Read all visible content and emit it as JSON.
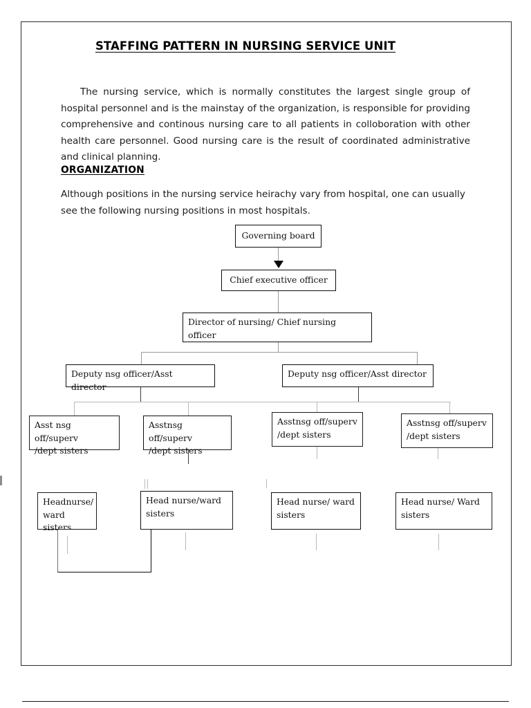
{
  "document": {
    "title": "STAFFING PATTERN IN NURSING SERVICE UNIT",
    "intro_paragraph": "The nursing service, which is normally constitutes the largest single group of hospital personnel and is the mainstay of the organization, is responsible for providing comprehensive and continous nursing care to all patients in colloboration with other health care personnel. Good nursing care is the result of coordinated administrative and clinical planning.",
    "section_heading": "ORGANIZATION",
    "section_paragraph": "Although positions in the nursing service heirachy vary from hospital, one can usually see the following nursing positions in most hospitals."
  },
  "org_chart": {
    "levels": [
      {
        "name": "governing-board-level",
        "nodes": [
          {
            "label": "Governing board"
          }
        ]
      },
      {
        "name": "chief-executive-level",
        "nodes": [
          {
            "label": "Chief executive officer"
          }
        ]
      },
      {
        "name": "director-of-nursing-level",
        "nodes": [
          {
            "label": "Director of nursing/ Chief nursing officer"
          }
        ]
      },
      {
        "name": "deputy-level",
        "nodes": [
          {
            "label": "Deputy nsg officer/Asst director"
          },
          {
            "label": "Deputy nsg officer/Asst director"
          }
        ]
      },
      {
        "name": "supervisor-level",
        "nodes": [
          {
            "label": "Asst nsg off/superv\n/dept sisters"
          },
          {
            "label": "Asstnsg off/superv\n/dept sisters"
          },
          {
            "label": "Asstnsg off/superv\n/dept sisters"
          },
          {
            "label": "Asstnsg off/superv\n/dept sisters"
          }
        ]
      },
      {
        "name": "head-nurse-level",
        "nodes": [
          {
            "label": "Headnurse/\nward sisters"
          },
          {
            "label": "Head nurse/ward\nsisters"
          },
          {
            "label": "Head nurse/ ward\nsisters"
          },
          {
            "label": "Head nurse/ Ward\nsisters"
          }
        ]
      }
    ],
    "nodes_flat": {
      "governing_board": "Governing board",
      "chief_executive_officer": "Chief executive officer",
      "director_of_nursing": "Director of nursing/ Chief nursing officer",
      "deputy_left": "Deputy nsg officer/Asst director",
      "deputy_right": "Deputy nsg officer/Asst director",
      "supervisor_1": "Asst nsg off/superv\n/dept sisters",
      "supervisor_2": "Asstnsg off/superv\n/dept sisters",
      "supervisor_3": "Asstnsg off/superv\n/dept sisters",
      "supervisor_4": "Asstnsg off/superv\n/dept sisters",
      "head_nurse_1": "Headnurse/\nward sisters",
      "head_nurse_2": "Head nurse/ward\nsisters",
      "head_nurse_3": "Head nurse/ ward\nsisters",
      "head_nurse_4": "Head nurse/ Ward\nsisters",
      "empty_trailing_box": ""
    }
  },
  "colors": {
    "page_border": "#2b2b2b",
    "text": "#111111",
    "connector": "#9a9a9a",
    "node_border_heavy": "#0d0d0d",
    "node_border_thin": "#1a1a1a"
  }
}
